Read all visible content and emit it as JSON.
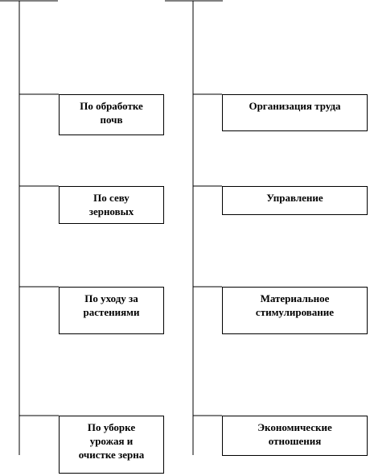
{
  "left_column": [
    {
      "label": "По обработке\nпочв"
    },
    {
      "label": "По севу\nзерновых"
    },
    {
      "label": "По уходу за\nрастениями"
    },
    {
      "label": "По уборке\nурожая и\nочистке зерна"
    }
  ],
  "right_column": [
    {
      "label": "Организация труда"
    },
    {
      "label": "Управление"
    },
    {
      "label": "Материальное\nстимулирование"
    },
    {
      "label": "Экономические\nотношения"
    }
  ],
  "colors": {
    "line": "#000000",
    "background": "#ffffff"
  }
}
